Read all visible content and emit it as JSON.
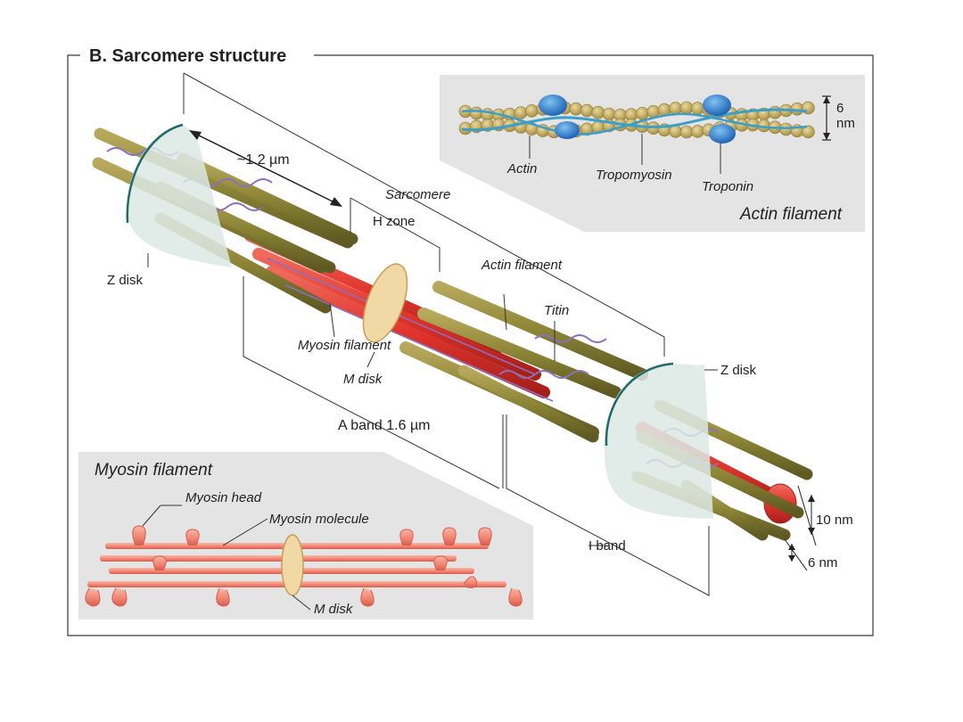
{
  "figure": {
    "title": "B.  Sarcomere structure",
    "labels": {
      "length_12": "~1.2 µm",
      "sarcomere": "Sarcomere",
      "h_zone": "H zone",
      "z_disk_left": "Z disk",
      "z_disk_right": "Z disk",
      "actin_filament_main": "Actin filament",
      "titin": "Titin",
      "myosin_filament_main": "Myosin filament",
      "m_disk_main": "M disk",
      "a_band": "A band 1.6 µm",
      "i_band": "I band",
      "dim_10nm": "10 nm",
      "dim_6nm": "6 nm"
    },
    "actin_inset": {
      "title": "Actin filament",
      "actin": "Actin",
      "tropomyosin": "Tropomyosin",
      "troponin": "Troponin",
      "dim_value": "6",
      "dim_unit": "nm"
    },
    "myosin_inset": {
      "title": "Myosin filament",
      "myosin_head": "Myosin head",
      "myosin_molecule": "Myosin molecule",
      "m_disk": "M disk"
    },
    "colors": {
      "actin_olive": "#8c8436",
      "actin_bead": "#c9b56a",
      "myosin_red": "#e0352d",
      "titin_purple": "#8d6fc0",
      "tropomyosin_blue": "#3a9fc9",
      "troponin_blue": "#2f7fd0",
      "zdisk_fill": "#dce7e4",
      "mdisk_fill": "#f1d9a6",
      "inset_bg": "#e4e4e4",
      "myosin_salmon": "#f08270"
    }
  }
}
